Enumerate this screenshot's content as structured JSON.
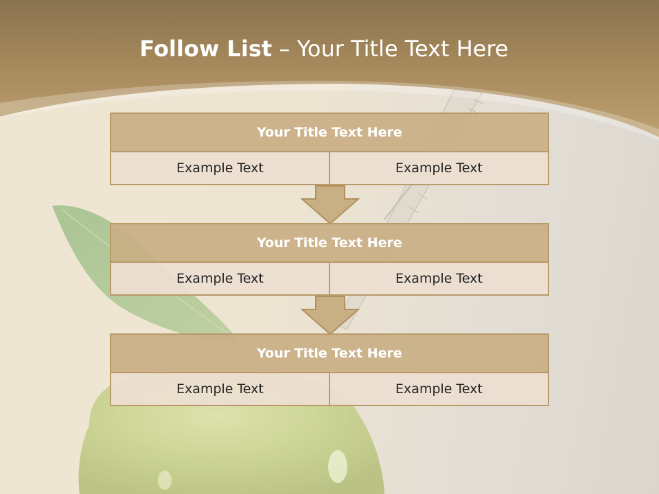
{
  "slide": {
    "title_bold": "Follow List",
    "title_rest": " – Your Title Text Here"
  },
  "steps": [
    {
      "title": "Your Title Text Here",
      "left": "Example Text",
      "right": "Example Text"
    },
    {
      "title": "Your Title Text Here",
      "left": "Example Text",
      "right": "Example Text"
    },
    {
      "title": "Your Title Text Here",
      "left": "Example Text",
      "right": "Example Text"
    }
  ],
  "colors": {
    "header_band": "#a88a5c",
    "block_header": "#c9af84",
    "block_cell": "#eddfd2",
    "border": "#b89968"
  }
}
